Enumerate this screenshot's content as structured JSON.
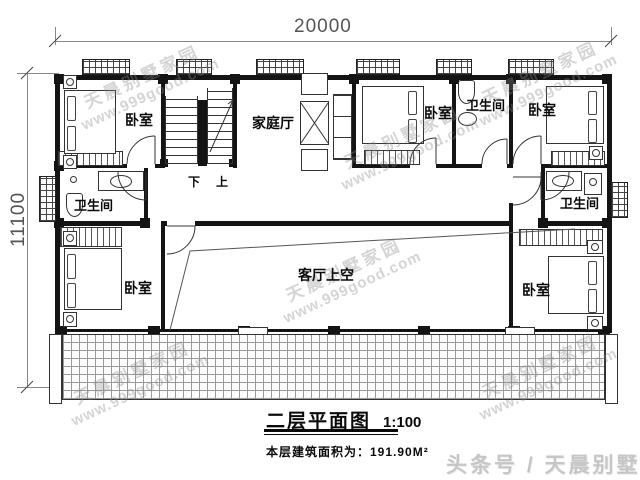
{
  "plan": {
    "dim_top": "20000",
    "dim_left": "11100",
    "labels": {
      "bedroom_tl": "卧室",
      "bedroom_tm": "卧室",
      "bedroom_tr": "卧室",
      "bedroom_bl": "卧室",
      "bedroom_br": "卧室",
      "family_hall": "家庭厅",
      "bath_top": "卫生间",
      "bath_left": "卫生间",
      "bath_right": "卫生间",
      "void": "客厅上空",
      "stair_down": "下",
      "stair_up": "上"
    }
  },
  "titleblock": {
    "title": "二层平面图",
    "scale": "1:100",
    "area_note": "本层建筑面积为：191.90M²"
  },
  "footer": {
    "credit": "头条号 / 天晨别墅家园"
  },
  "watermark": {
    "line1": "天晨别墅家园",
    "line2": "www.999good.com"
  },
  "colors": {
    "wall": "#141414",
    "dim_gray": "#888888",
    "watermark_gray": "#8a8a8a",
    "footer_gray": "#c6c6c6"
  }
}
